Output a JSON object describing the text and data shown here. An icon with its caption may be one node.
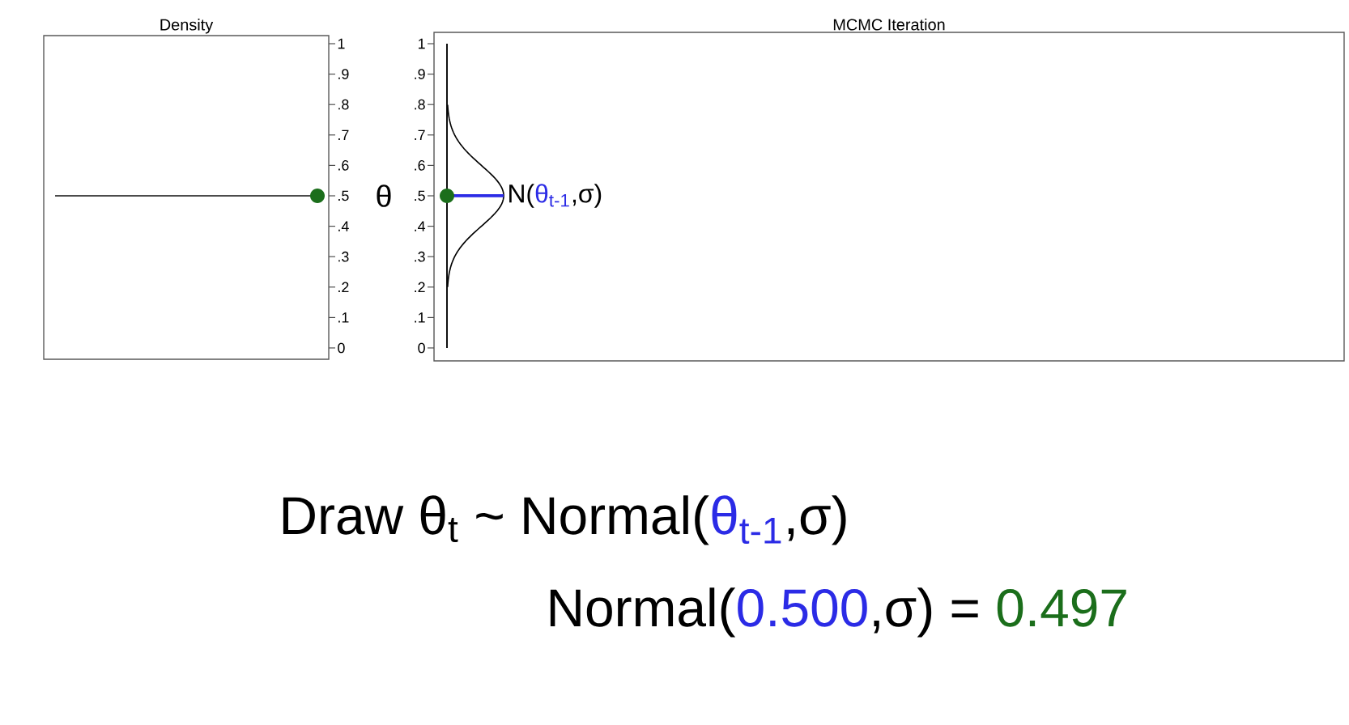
{
  "diagram": {
    "labels": [
      "Density",
      "1",
      ".9",
      ".8",
      ".7",
      ".6",
      ".5",
      ".4",
      ".3",
      ".2",
      ".1",
      "0",
      "MCMC Iteration",
      "θ",
      "1",
      ".9",
      ".8",
      ".7",
      ".6",
      ".5",
      ".4",
      ".3",
      ".2",
      ".1",
      "0",
      "N(",
      "θ$_{t-1}$",
      ",σ)",
      "Draw  θ$_{t}$ ~ Normal(",
      "θ$_{t-1}$",
      ",σ)",
      "Normal(",
      "0.500",
      ",σ) =",
      "0.497"
    ]
  }
}
